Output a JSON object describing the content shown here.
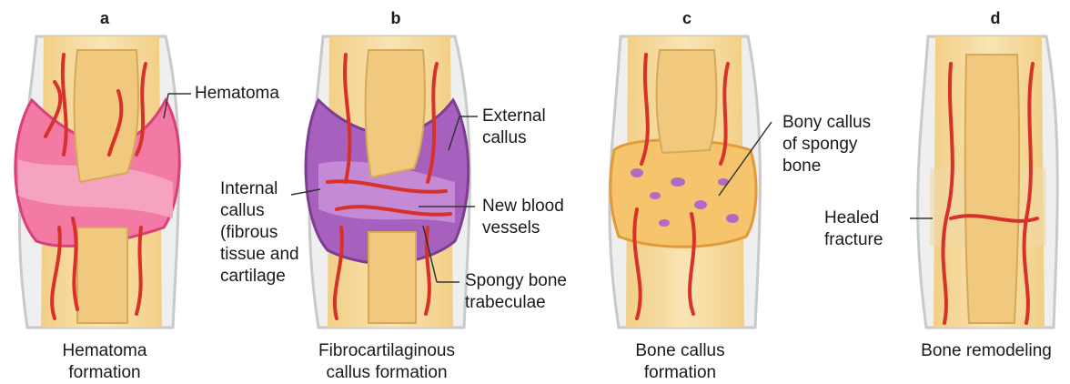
{
  "panels": [
    {
      "letter": "a",
      "caption": [
        "Hematoma",
        "formation"
      ]
    },
    {
      "letter": "b",
      "caption": [
        "Fibrocartilaginous",
        "callus formation"
      ]
    },
    {
      "letter": "c",
      "caption": [
        "Bone callus",
        "formation"
      ]
    },
    {
      "letter": "d",
      "caption": [
        "Bone remodeling"
      ]
    }
  ],
  "labels": {
    "hematoma": "Hematoma",
    "external_callus": [
      "External",
      "callus"
    ],
    "internal_callus": [
      "Internal",
      "callus",
      "(fibrous",
      "tissue and",
      "cartilage"
    ],
    "new_blood_vessels": [
      "New blood",
      "vessels"
    ],
    "spongy_bone": [
      "Spongy bone",
      "trabeculae"
    ],
    "bony_callus": [
      "Bony callus",
      "of spongy",
      "bone"
    ],
    "healed_fracture": [
      "Healed",
      "fracture"
    ]
  },
  "colors": {
    "bone": "#f5dba0",
    "cortex": "#e6bf72",
    "marrow": "#f0c97e",
    "skin": "#e9e9e9",
    "hematoma": "#f06a99",
    "callus_purple": "#9b55b2",
    "bony_callus": "#f6c46d",
    "vessel": "#d8312a",
    "leader": "#333333"
  }
}
